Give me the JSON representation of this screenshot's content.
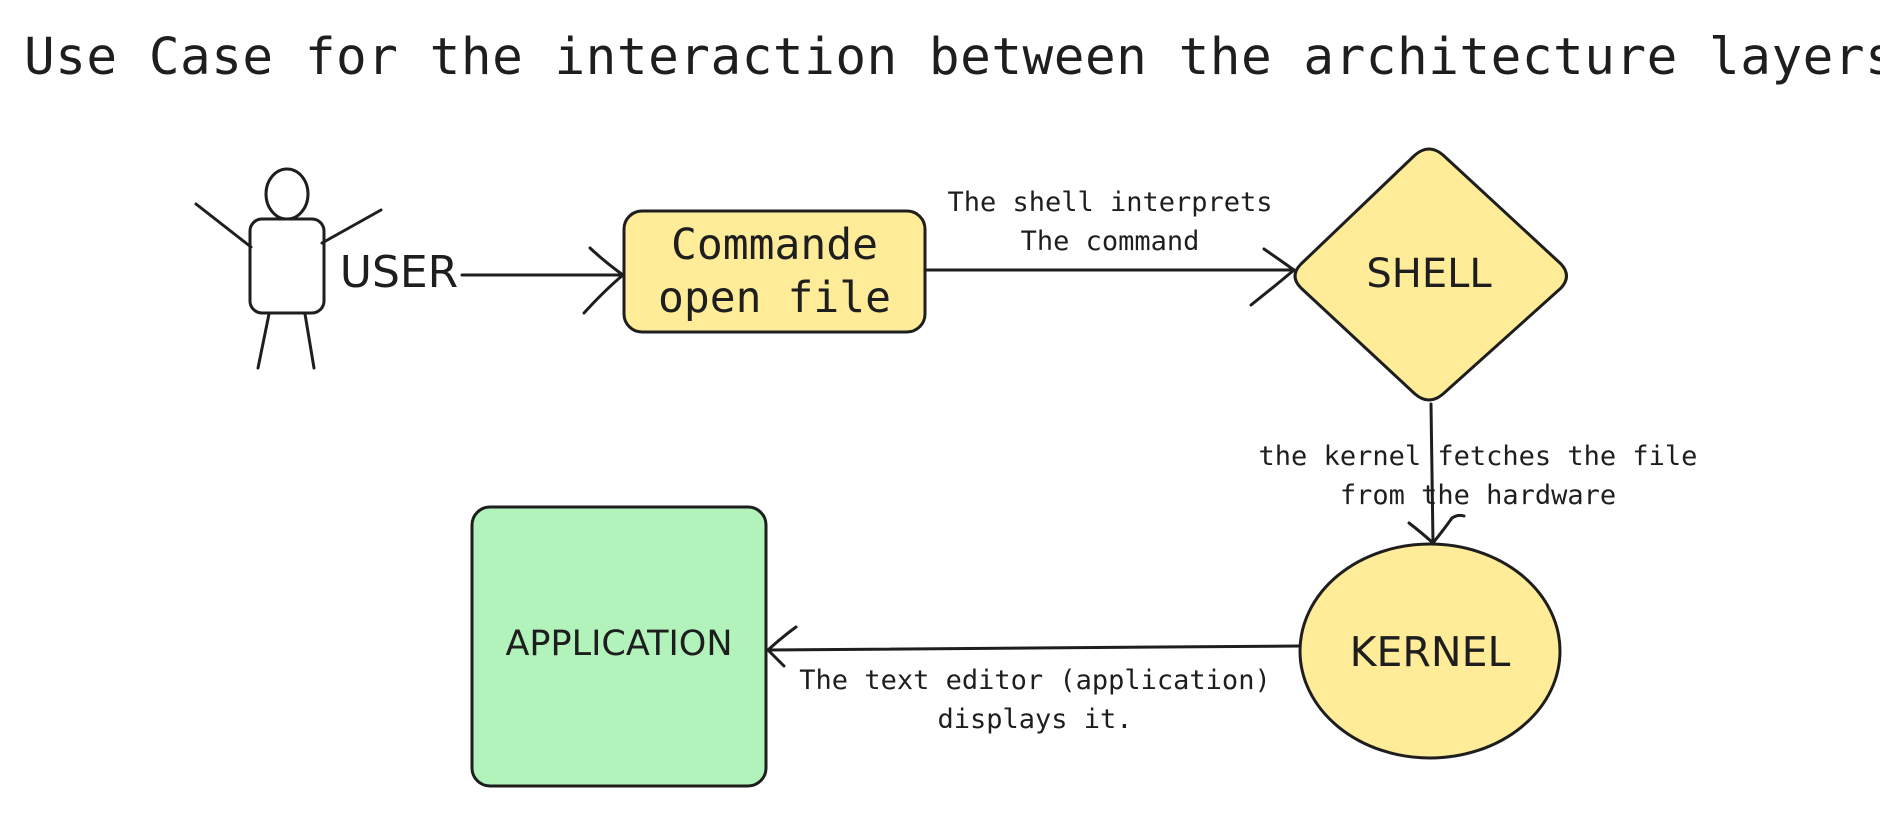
{
  "title": "Use Case for the interaction between the architecture layers",
  "colors": {
    "stroke": "#1e1e1e",
    "process_fill": "#ffec99",
    "application_fill": "#b2f2bb",
    "background": "#ffffff"
  },
  "nodes": {
    "user": {
      "label": "USER",
      "shape": "stick-figure"
    },
    "command": {
      "label_line1": "Commande",
      "label_line2": "open file",
      "shape": "rounded-rectangle"
    },
    "shell": {
      "label": "SHELL",
      "shape": "diamond"
    },
    "kernel": {
      "label": "KERNEL",
      "shape": "ellipse"
    },
    "application": {
      "label": "APPLICATION",
      "shape": "rounded-rectangle"
    }
  },
  "edges": {
    "user_to_command": {
      "label": ""
    },
    "command_to_shell": {
      "line1": "The shell interprets",
      "line2": "The command"
    },
    "shell_to_kernel": {
      "line1": "the kernel fetches the file",
      "line2": "from the hardware"
    },
    "kernel_to_application": {
      "line1": "The text editor (application)",
      "line2": "displays it."
    }
  }
}
